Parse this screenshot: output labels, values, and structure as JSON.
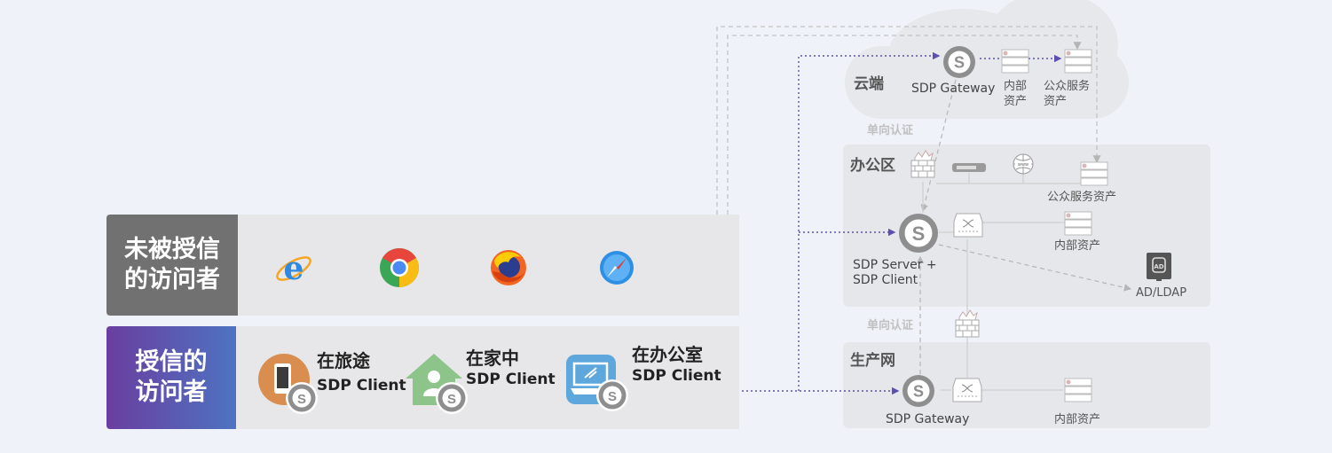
{
  "untrusted": {
    "heading": "未被授信\n的访问者",
    "browsers": [
      "ie-icon",
      "chrome-icon",
      "firefox-icon",
      "safari-icon"
    ],
    "color": "#717171"
  },
  "trusted": {
    "heading": "授信的\n访问者",
    "gradient": [
      "#6a3e9f",
      "#4e73c2"
    ],
    "clients": [
      {
        "place": "在旅途",
        "client": "SDP Client",
        "icon": "mobile-phone-icon"
      },
      {
        "place": "在家中",
        "client": "SDP Client",
        "icon": "home-user-icon"
      },
      {
        "place": "在办公室",
        "client": "SDP Client",
        "icon": "laptop-icon"
      }
    ]
  },
  "cloud": {
    "title": "云端",
    "gateway": "SDP Gateway",
    "internal_assets": "内部\n资产",
    "public_assets": "公众服务\n资产"
  },
  "auth_label_1": "单向认证",
  "office": {
    "title": "办公区",
    "public_assets": "公众服务资产",
    "server": "SDP Server +\nSDP Client",
    "internal_assets": "内部资产",
    "ad": "AD/LDAP"
  },
  "auth_label_2": "单向认证",
  "production": {
    "title": "生产网",
    "gateway": "SDP Gateway",
    "internal_assets": "内部资产"
  },
  "colors": {
    "accent_dotted": "#5b4fb0",
    "dashed_gray": "#b5b5b5",
    "s_badge": "#8e8e8e"
  }
}
